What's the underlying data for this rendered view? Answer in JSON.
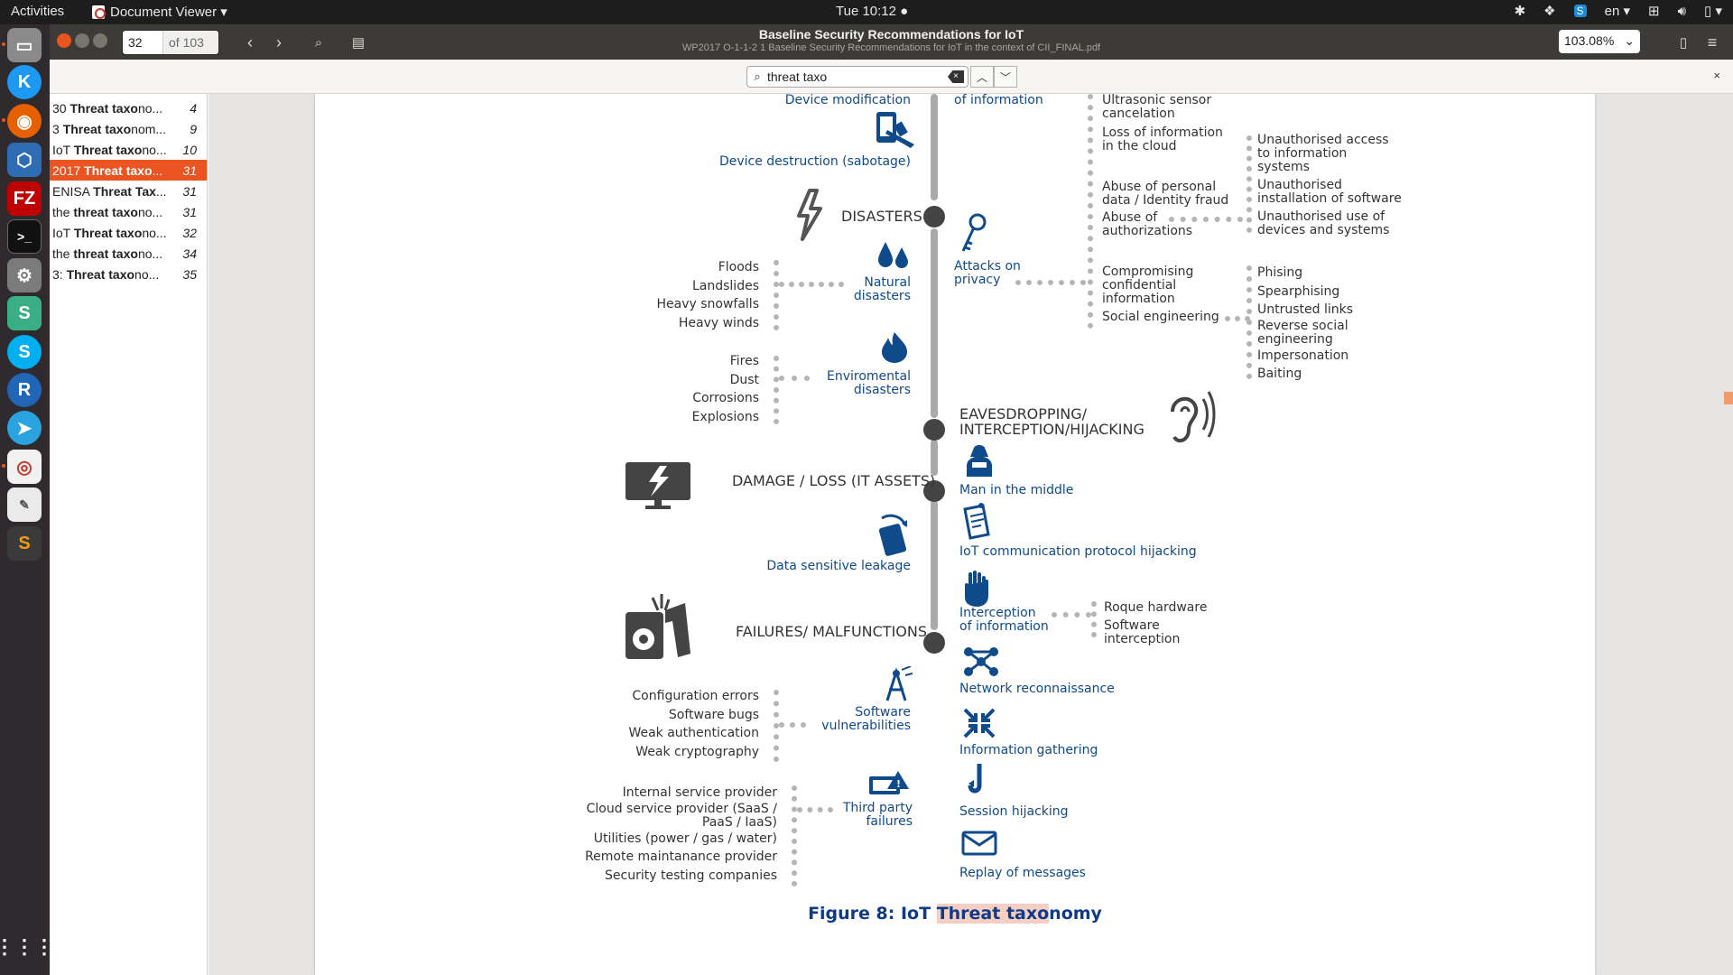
{
  "topbar": {
    "activities": "Activities",
    "app_name": "Document Viewer ▾",
    "clock": "Tue 10:12 ●",
    "lang": "en ▾"
  },
  "window": {
    "title": "Baseline Security Recommendations for IoT",
    "filename": "WP2017 O-1-1-2 1 Baseline Security Recommendations for IoT in the context of CII_FINAL.pdf",
    "page_current": "32",
    "page_total": "of 103",
    "zoom": "103.08%"
  },
  "find": {
    "query": "threat taxo"
  },
  "results": [
    {
      "pre": "30 ",
      "match": "Threat taxo",
      "post": "no...",
      "page": "4"
    },
    {
      "pre": "3 ",
      "match": "Threat taxo",
      "post": "nom...",
      "page": "9"
    },
    {
      "pre": "IoT ",
      "match": "Threat taxo",
      "post": "no...",
      "page": "10"
    },
    {
      "pre": "2017 ",
      "match": "Threat taxo",
      "post": "...",
      "page": "31"
    },
    {
      "pre": "ENISA ",
      "match": "Threat Tax",
      "post": "...",
      "page": "31"
    },
    {
      "pre": "the ",
      "match": "threat taxo",
      "post": "no...",
      "page": "31"
    },
    {
      "pre": "IoT ",
      "match": "Threat taxo",
      "post": "no...",
      "page": "32"
    },
    {
      "pre": "the ",
      "match": "threat taxo",
      "post": "no...",
      "page": "34"
    },
    {
      "pre": "3: ",
      "match": "Threat taxo",
      "post": "no...",
      "page": "35"
    }
  ],
  "figure": {
    "left": {
      "device_modification": "Device modification",
      "device_destruction": "Device destruction (sabotage)",
      "disasters": "DISASTERS",
      "natural_items": [
        "Floods",
        "Landslides",
        "Heavy snowfalls",
        "Heavy winds"
      ],
      "natural_disasters": [
        "Natural",
        "disasters"
      ],
      "env_items": [
        "Fires",
        "Dust",
        "Corrosions",
        "Explosions"
      ],
      "env_disasters": [
        "Enviromental",
        "disasters"
      ],
      "damage": "DAMAGE / LOSS (IT ASSETS)",
      "data_leakage": "Data sensitive leakage",
      "failures": "FAILURES/ MALFUNCTIONS",
      "sw_items": [
        "Configuration errors",
        "Software bugs",
        "Weak authentication",
        "Weak cryptography"
      ],
      "sw_vuln": [
        "Software",
        "vulnerabilities"
      ],
      "tp_items": [
        "Internal service provider",
        "Cloud service provider (SaaS /",
        "PaaS / IaaS)",
        "Utilities (power / gas / water)",
        "Remote maintanance provider",
        "Security testing companies"
      ],
      "tp_failures": [
        "Third party",
        "failures"
      ]
    },
    "right": {
      "of_information": "of information",
      "privacy_top": [
        "Ultrasonic sensor",
        "cancelation",
        "Loss of information",
        "in the cloud"
      ],
      "abuse_personal": [
        "Abuse of personal",
        "data / Identity fraud"
      ],
      "abuse_auth": [
        "Abuse of",
        "authorizations"
      ],
      "compromising": [
        "Compromising",
        "confidential",
        "information"
      ],
      "social_eng": "Social engineering",
      "attacks_privacy": [
        "Attacks on",
        "privacy"
      ],
      "unauth": [
        "Unauthorised access",
        "to information",
        "systems",
        "Unauthorised",
        "installation of software",
        "Unauthorised use of",
        "devices and systems"
      ],
      "social_items": [
        "Phising",
        "Spearphising",
        "Untrusted links",
        "Reverse social",
        "engineering",
        "Impersonation",
        "Baiting"
      ],
      "eavesdropping": [
        "EAVESDROPPING/",
        "INTERCEPTION/HIJACKING"
      ],
      "mitm": "Man in the middle",
      "protocol_hijack": "IoT communication protocol hijacking",
      "interception": [
        "Interception",
        "of information"
      ],
      "interception_items": [
        "Roque hardware",
        "Software",
        "interception"
      ],
      "network_recon": "Network reconnaissance",
      "info_gathering": "Information gathering",
      "session_hijack": "Session hijacking",
      "replay": "Replay of messages"
    },
    "caption_pre": "Figure 8: IoT ",
    "caption_hl": "Threat taxo",
    "caption_post": "nomy"
  },
  "colors": {
    "accent": "#e95420",
    "figure_blue": "#0f4a8a",
    "caption_blue": "#0f3a86"
  }
}
